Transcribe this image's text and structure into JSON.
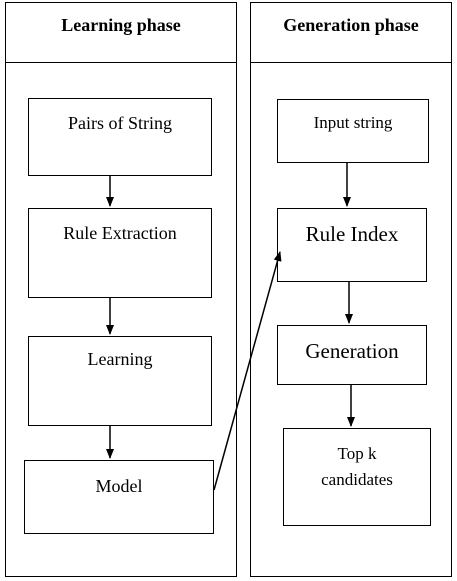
{
  "learning_phase": {
    "title": "Learning phase",
    "steps": [
      "Pairs of String",
      "Rule Extraction",
      "Learning",
      "Model"
    ]
  },
  "generation_phase": {
    "title": "Generation phase",
    "steps": [
      "Input string",
      "Rule Index",
      "Generation"
    ],
    "output_line1": "Top k",
    "output_line2": "candidates"
  }
}
